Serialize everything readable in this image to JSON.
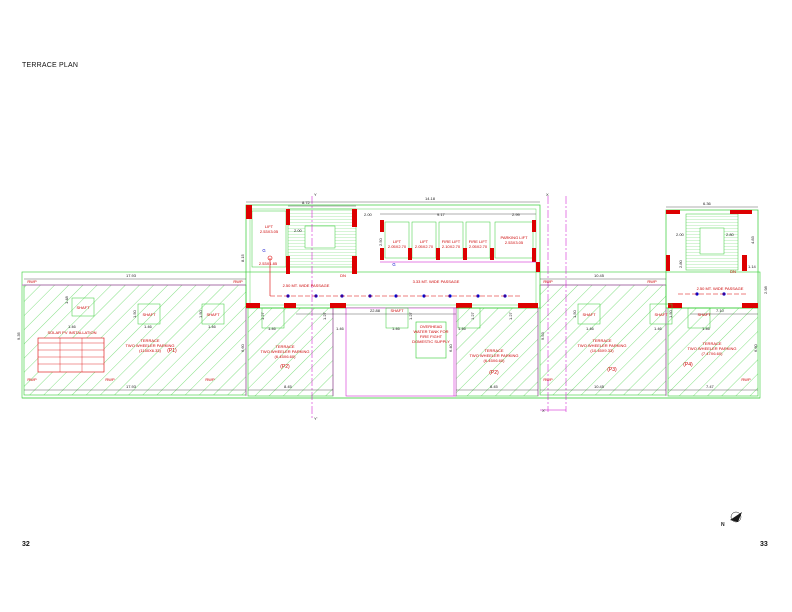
{
  "page": {
    "title": "TERRACE PLAN",
    "page_left": "32",
    "page_right": "33"
  },
  "colors": {
    "hatch": "#33cc33",
    "wall_red": "#dd0000",
    "line_magenta": "#cc00cc",
    "door_blue": "#0000cc",
    "text_red": "#cc0000",
    "dim_black": "#1a1a1a"
  },
  "dimensions": {
    "top_overall": "14.18",
    "top_left_stair": "8.72",
    "top_mid": "9.17",
    "top_left_gap": "2.00",
    "top_right_gap": "2.99",
    "right_core_width": "6.36",
    "strip_left_top": "17.93",
    "strip_left_bottom": "17.93",
    "strip_right_top": "10.45",
    "strip_right_bottom": "10.45",
    "strip_p4_bottom": "7.47",
    "strip_p2_bottom": "8.45",
    "strip_p2b_bottom": "8.45",
    "mid_span": "22.88",
    "mid_right": "7.10",
    "left_height": "9.35",
    "p2_height": "6.60",
    "p2b_height": "6.40",
    "right_height": "9.53",
    "p4_height": "6.60",
    "core_height_left": "8.15",
    "core_height_right": "4.83",
    "core_small_right": "1.14",
    "right_edge_h": "2.98",
    "small_146": "1.46",
    "small_127": "1.27",
    "small_150": "1.50",
    "small_200": "2.00",
    "small_280": "2.80",
    "small_250": "2.50",
    "small_148": "1.48"
  },
  "rooms": {
    "lift_left_name": "LIFT",
    "lift_left_size": "2.53X3.05",
    "lift_left_size2": "2.53X1.85",
    "lift1_name": "LIFT",
    "lift1_size": "2.05X2.70",
    "lift2_name": "LIFT",
    "lift2_size": "2.05X2.70",
    "fire_lift1_name": "FIRE LIFT",
    "fire_lift1_size": "2.10X2.70",
    "fire_lift2_name": "FIRE LIFT",
    "fire_lift2_size": "2.05X2.70",
    "parking_lift_name": "PARKING LIFT",
    "parking_lift_size": "2.53X3.05",
    "passage_left": "2.50 MT. WIDE PASSAGE",
    "passage_mid": "3.33 MT. WIDE PASSAGE",
    "passage_right": "2.50 MT. WIDE PASSAGE",
    "dn_label": "DN",
    "solar_title": "SOLAR PV INSTALLATION",
    "p1_l1": "TERRACE",
    "p1_l2": "TWO WHEELER PARKING",
    "p1_area": "(1150X6.33)",
    "p1_tag": "(P1)",
    "p2a_l1": "TERRACE",
    "p2a_l2": "TWO WHEELER PARKING",
    "p2a_area": "(6.45X6.60)",
    "p2a_tag": "(P2)",
    "p2b_l1": "TERRACE",
    "p2b_l2": "TWO WHEELER PARKING",
    "p2b_area": "(6.45X6.60)",
    "p2b_tag": "(P2)",
    "p3_l1": "TERRACE",
    "p3_l2": "TWO WHEELER PARKING",
    "p3_area": "(10.45X9.33)",
    "p3_tag": "(P3)",
    "p4_l1": "TERRACE",
    "p4_l2": "TWO WHEELER PARKING",
    "p4_area": "(7.47X6.60)",
    "p4_tag": "(P4)",
    "tank_l1": "OVERHEAD",
    "tank_l2": "WATER TANK FOR",
    "tank_l3": "FIRE FIGHT",
    "tank_l4": "DOMESTIC SUPPLY",
    "shaft": "SHAFT",
    "rwp": "RWP",
    "grid_x": "X",
    "grid_xprime": "X'",
    "grid_y": "Y",
    "grid_yprime": "Y'",
    "marker_g": "G",
    "north": "N"
  }
}
